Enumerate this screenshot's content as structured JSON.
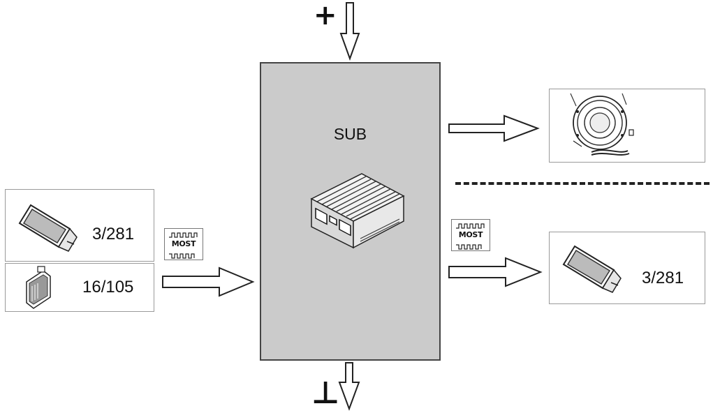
{
  "module": {
    "label": "SUB"
  },
  "power": {
    "plus_symbol": "+",
    "ground_symbol": "⊥"
  },
  "bus_tag": {
    "text": "MOST"
  },
  "inputs": [
    {
      "code": "3/281",
      "icon": "display-panel-icon"
    },
    {
      "code": "16/105",
      "icon": "control-unit-icon"
    }
  ],
  "outputs": [
    {
      "icon": "subwoofer-speaker-icon"
    },
    {
      "code": "3/281",
      "icon": "display-panel-icon"
    }
  ]
}
